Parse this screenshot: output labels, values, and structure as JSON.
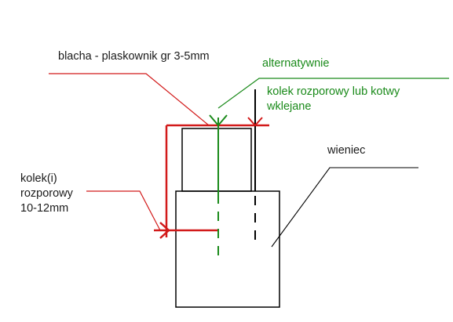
{
  "labels": {
    "blacha": "blacha - plaskownik gr 3-5mm",
    "alternatywnie": "alternatywnie",
    "kolek_kotwy_line1": "kolek rozporowy lub kotwy",
    "kolek_kotwy_line2": "wklejane",
    "wieniec": "wieniec",
    "kolek_left_line1": "kolek(i)",
    "kolek_left_line2": "rozporowy",
    "kolek_left_line3": "10-12mm"
  },
  "colors": {
    "black": "#000000",
    "red": "#d21a1a",
    "green": "#1a8a1a",
    "text": "#1a1a1a"
  }
}
